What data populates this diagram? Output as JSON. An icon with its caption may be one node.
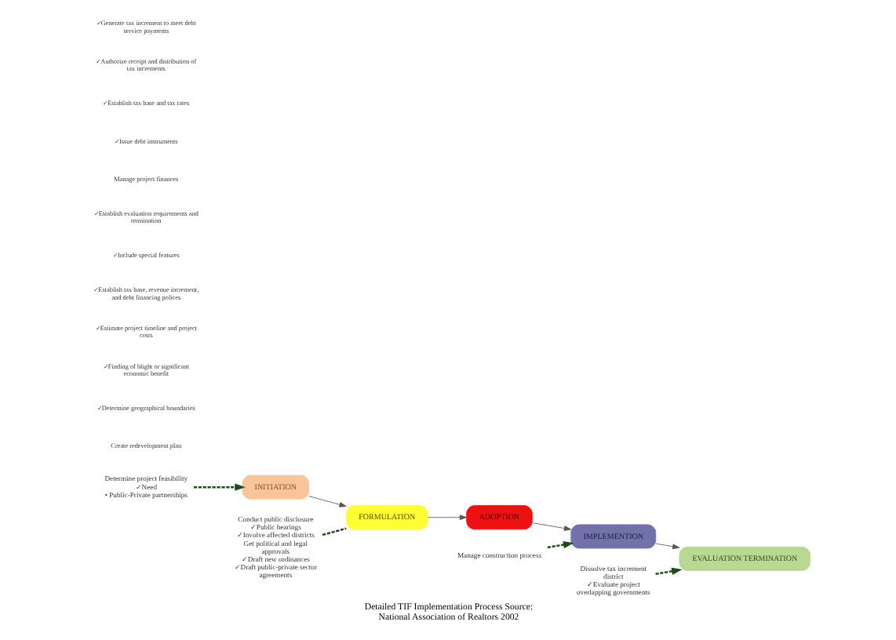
{
  "diagram": {
    "caption": "Detailed TIF Implementation Process Source: National Association of Realtors 2002",
    "nodes": [
      {
        "text": [
          "Determine project feasibility",
          "✓Need",
          "• Public-Private partnerships"
        ]
      },
      {
        "text": [
          "INITIATION"
        ]
      },
      {
        "text": [
          "FORMULATION"
        ]
      },
      {
        "text": [
          "Conduct public disclosure",
          "✓Public hearings",
          "✓Involve affected districts",
          "Get political and legal approvals",
          "✓Draft new ordinances",
          "✓Draft public-private sector agreements"
        ]
      },
      {
        "text": [
          "ADOPTION"
        ]
      },
      {
        "text": [
          "IMPLEMENTION"
        ]
      },
      {
        "text": [
          "Manage construction process"
        ]
      },
      {
        "text": [
          "EVALUATION TERMINATION"
        ]
      },
      {
        "text": [
          "Dissolve tax increment district",
          "✓Evaluate project",
          "overlapping governments"
        ]
      }
    ],
    "edges": [
      {
        "from": 0,
        "to": 1,
        "arrow": "to",
        "style": "dashed",
        "color": "#1f4a1f"
      },
      {
        "from": 1,
        "to": 2,
        "arrow": "to"
      },
      {
        "from": 3,
        "to": 2,
        "arrow": "none",
        "style": "dashed",
        "color": "#1f4a1f"
      },
      {
        "from": 2,
        "to": 4,
        "arrow": "to"
      },
      {
        "from": 4,
        "to": 5,
        "arrow": "to"
      },
      {
        "from": 6,
        "to": 5,
        "arrow": "to",
        "style": "dashed",
        "color": "#1f4a1f"
      },
      {
        "from": 5,
        "to": 7,
        "arrow": "to"
      },
      {
        "from": 8,
        "to": 7,
        "arrow": "to",
        "style": "dashed",
        "color": "#1f4a1f"
      }
    ],
    "labels": [
      "Create redevelopment plan",
      "✓Determine geographical boundaries",
      "✓Finding of blight or significant economic benefit",
      "✓Estimate project timeline and project costs",
      "✓Establish tax base, revenue increment, and debt financing polices",
      "✓Include special features",
      "✓Establish evaluation requirements and termination",
      "Manage project finances",
      "✓Issue debt instruments",
      "✓Establish tax base and tax rates",
      "✓Authorize receipt and distribution of tax increments",
      "✓Generate tax increment to meet debt service payments"
    ]
  }
}
